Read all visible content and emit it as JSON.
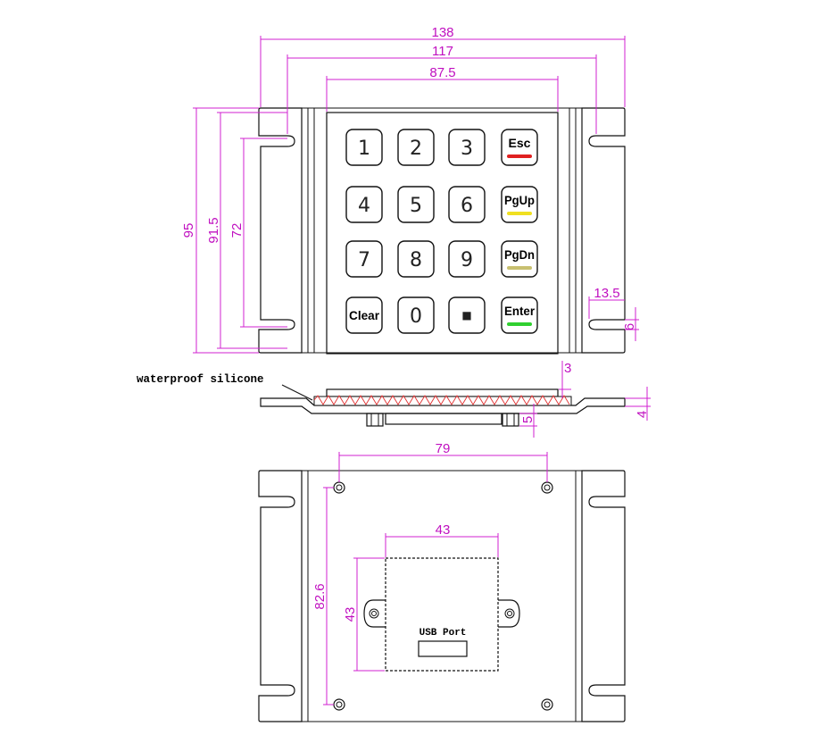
{
  "dims_top": {
    "w_overall": "138",
    "w_mount": "117",
    "w_panel": "87.5",
    "h_overall": "95",
    "h_mount": "91.5",
    "h_panel": "72",
    "slot_w": "13.5",
    "slot_h": "6"
  },
  "dims_side": {
    "key_height": "3",
    "plate": "4",
    "rear": "5"
  },
  "dims_bottom": {
    "stud_span": "79",
    "usb_box_w": "43",
    "usb_box_h": "43",
    "stud_vert": "82.6"
  },
  "labels": {
    "silicone": "waterproof silicone",
    "usb": "USB Port"
  },
  "keys": [
    {
      "label": "1",
      "type": "num"
    },
    {
      "label": "2",
      "type": "num"
    },
    {
      "label": "3",
      "type": "num"
    },
    {
      "label": "Esc",
      "type": "func",
      "bar": "#e02020"
    },
    {
      "label": "4",
      "type": "num"
    },
    {
      "label": "5",
      "type": "num"
    },
    {
      "label": "6",
      "type": "num"
    },
    {
      "label": "PgUp",
      "type": "func",
      "bar": "#f0e020"
    },
    {
      "label": "7",
      "type": "num"
    },
    {
      "label": "8",
      "type": "num"
    },
    {
      "label": "9",
      "type": "num"
    },
    {
      "label": "PgDn",
      "type": "func",
      "bar": "#c8c070"
    },
    {
      "label": "Clear",
      "type": "func",
      "bar": ""
    },
    {
      "label": "0",
      "type": "num"
    },
    {
      "label": "■",
      "type": "num"
    },
    {
      "label": "Enter",
      "type": "func",
      "bar": "#30d030"
    }
  ],
  "colors": {
    "dimension": "#d020d0",
    "hatch": "#e03030"
  }
}
